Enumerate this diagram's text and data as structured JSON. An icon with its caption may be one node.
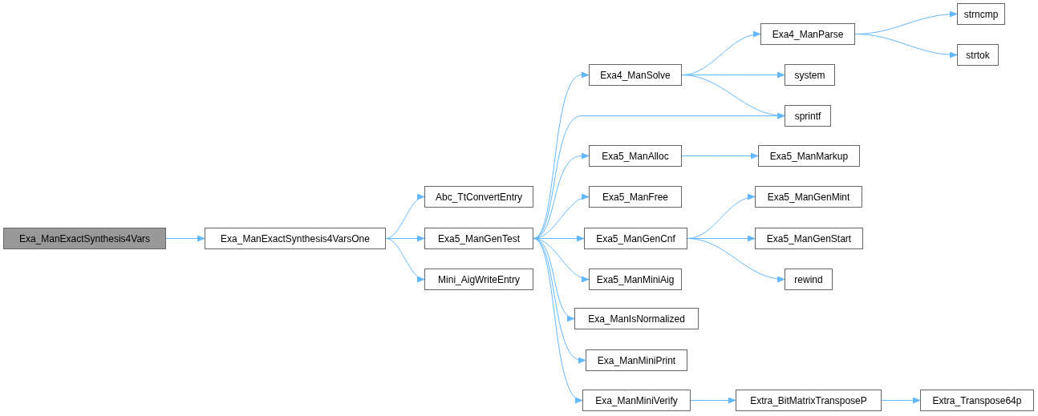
{
  "diagram": {
    "nodes": [
      {
        "text": [
          "Exa_ManExactSynthesis4Vars"
        ]
      },
      {
        "text": [
          "Exa_ManExactSynthesis4VarsOne"
        ]
      },
      {
        "text": [
          "Abc_TtConvertEntry"
        ]
      },
      {
        "text": [
          "Exa5_ManGenTest"
        ]
      },
      {
        "text": [
          "Mini_AigWriteEntry"
        ]
      },
      {
        "text": [
          "Exa4_ManSolve"
        ]
      },
      {
        "text": [
          "Exa5_ManAlloc"
        ]
      },
      {
        "text": [
          "Exa5_ManFree"
        ]
      },
      {
        "text": [
          "Exa5_ManGenCnf"
        ]
      },
      {
        "text": [
          "Exa5_ManMiniAig"
        ]
      },
      {
        "text": [
          "Exa_ManIsNormalized"
        ]
      },
      {
        "text": [
          "Exa_ManMiniPrint"
        ]
      },
      {
        "text": [
          "Exa_ManMiniVerify"
        ]
      },
      {
        "text": [
          "Exa4_ManParse"
        ]
      },
      {
        "text": [
          "system"
        ]
      },
      {
        "text": [
          "sprintf"
        ]
      },
      {
        "text": [
          "Exa5_ManMarkup"
        ]
      },
      {
        "text": [
          "Exa5_ManGenMint"
        ]
      },
      {
        "text": [
          "Exa5_ManGenStart"
        ]
      },
      {
        "text": [
          "rewind"
        ]
      },
      {
        "text": [
          "Extra_BitMatrixTransposeP"
        ]
      },
      {
        "text": [
          "strncmp"
        ]
      },
      {
        "text": [
          "strtok"
        ]
      },
      {
        "text": [
          "Extra_Transpose64p"
        ]
      }
    ],
    "edges": [
      {
        "from": 0,
        "to": 1,
        "arrow": "to"
      },
      {
        "from": 1,
        "to": 2,
        "arrow": "to"
      },
      {
        "from": 1,
        "to": 3,
        "arrow": "to"
      },
      {
        "from": 1,
        "to": 4,
        "arrow": "to"
      },
      {
        "from": 3,
        "to": 5,
        "arrow": "to"
      },
      {
        "from": 3,
        "to": 15,
        "arrow": "to"
      },
      {
        "from": 3,
        "to": 6,
        "arrow": "to"
      },
      {
        "from": 3,
        "to": 7,
        "arrow": "to"
      },
      {
        "from": 3,
        "to": 8,
        "arrow": "to"
      },
      {
        "from": 3,
        "to": 9,
        "arrow": "to"
      },
      {
        "from": 3,
        "to": 10,
        "arrow": "to"
      },
      {
        "from": 3,
        "to": 11,
        "arrow": "to"
      },
      {
        "from": 3,
        "to": 12,
        "arrow": "to"
      },
      {
        "from": 5,
        "to": 13,
        "arrow": "to"
      },
      {
        "from": 5,
        "to": 14,
        "arrow": "to"
      },
      {
        "from": 5,
        "to": 15,
        "arrow": "to"
      },
      {
        "from": 13,
        "to": 21,
        "arrow": "to"
      },
      {
        "from": 13,
        "to": 22,
        "arrow": "to"
      },
      {
        "from": 6,
        "to": 16,
        "arrow": "to"
      },
      {
        "from": 8,
        "to": 17,
        "arrow": "to"
      },
      {
        "from": 8,
        "to": 18,
        "arrow": "to"
      },
      {
        "from": 8,
        "to": 19,
        "arrow": "to"
      },
      {
        "from": 12,
        "to": 20,
        "arrow": "to"
      },
      {
        "from": 20,
        "to": 23,
        "arrow": "to"
      }
    ]
  }
}
